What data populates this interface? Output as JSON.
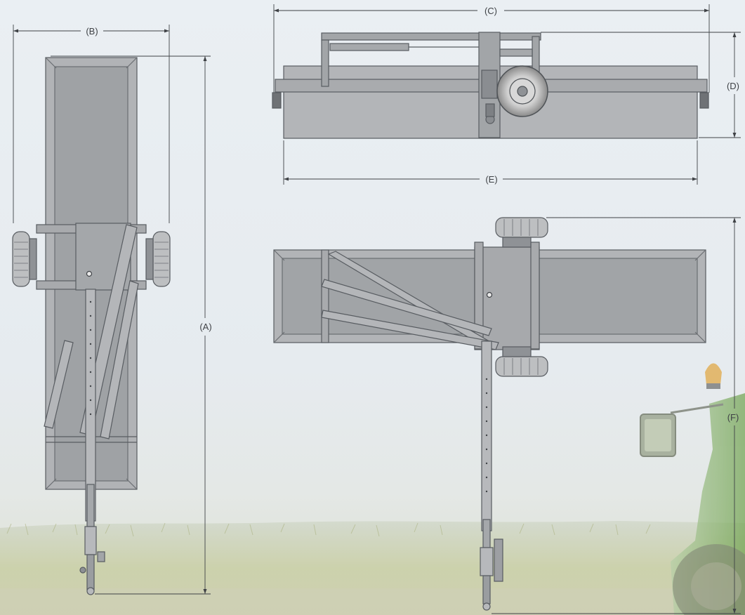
{
  "dimension_labels": {
    "a": "(A)",
    "b": "(B)",
    "c": "(C)",
    "d": "(D)",
    "e": "(E)",
    "f": "(F)"
  },
  "views": [
    "top-view-transport",
    "side-view",
    "top-view-field"
  ],
  "background": "cornfield-with-tractor"
}
